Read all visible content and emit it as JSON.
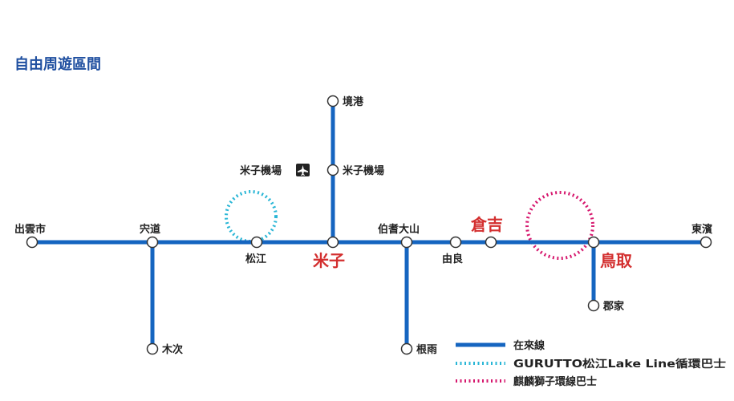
{
  "title": "自由周遊區間",
  "colors": {
    "rail": "#1565c0",
    "loop_matsue": "#29b6d6",
    "loop_tottori": "#d6186e",
    "major_label": "#d32f2f",
    "title": "#1f4fa0"
  },
  "stations": {
    "izumoshi": "出雲市",
    "shinji": "宍道",
    "kisuki": "木次",
    "matsue": "松江",
    "yonago": "米子",
    "yonago_airport": "米子機場",
    "yonago_airport_mark": "米子機場",
    "sakaiminato": "境港",
    "hokidaisen": "伯耆大山",
    "neu": "根雨",
    "yura": "由良",
    "kurayoshi": "倉吉",
    "tottori": "鳥取",
    "koge": "郡家",
    "hamamura": "東濱"
  },
  "icons": {
    "airport": "airplane-icon"
  },
  "legend": {
    "rail": "在來線",
    "matsue_bus": "GURUTTO松江Lake Line循環巴士",
    "tottori_bus": "麒麟獅子環線巴士"
  }
}
